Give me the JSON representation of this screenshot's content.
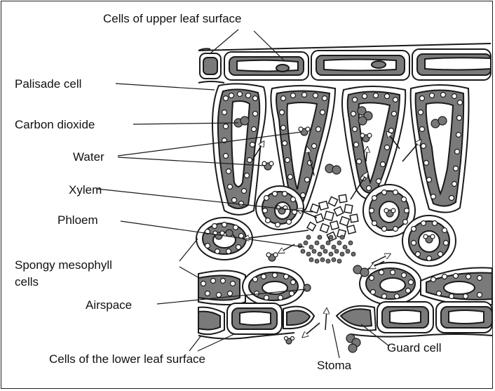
{
  "labels": {
    "upper_surface": "Cells of upper leaf surface",
    "palisade": "Palisade cell",
    "carbon_dioxide": "Carbon dioxide",
    "water": "Water",
    "xylem": "Xylem",
    "phloem": "Phloem",
    "spongy_line1": "Spongy mesophyll",
    "spongy_line2": "cells",
    "airspace": "Airspace",
    "lower_surface": "Cells of the lower leaf surface",
    "stoma": "Stoma",
    "guard_cell": "Guard cell"
  },
  "colors": {
    "cell_wall": "#ffffff",
    "cytoplasm": "#7a7a7a",
    "outline": "#1a1a1a",
    "chloroplast": "#ffffff"
  }
}
